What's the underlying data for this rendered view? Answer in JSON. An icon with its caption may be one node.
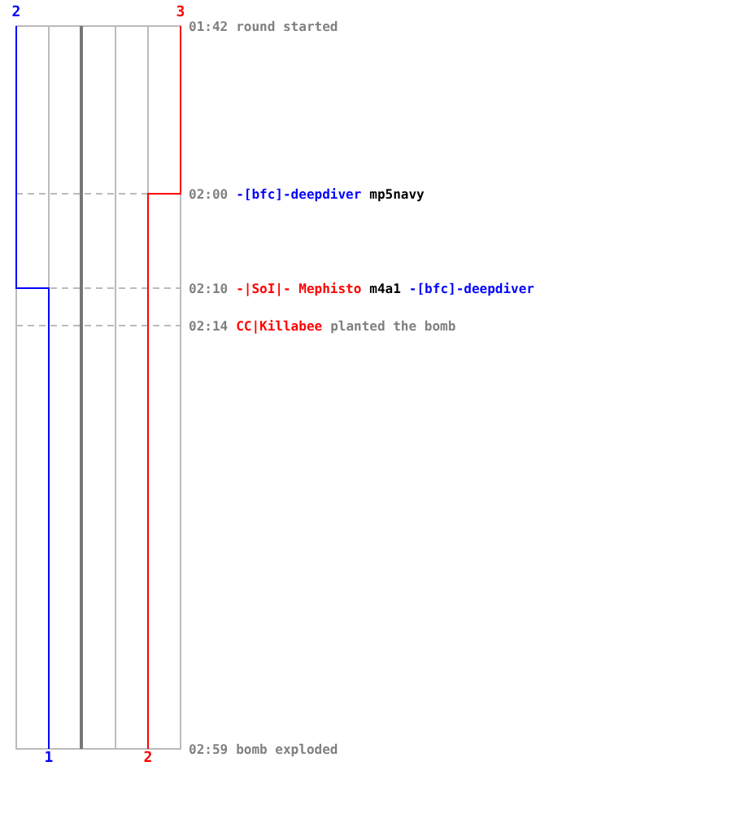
{
  "diagram": {
    "labels": [
      "2",
      "3",
      "01:42",
      "round started",
      "02:00",
      "-[bfc]-deepdiver",
      "mp5navy",
      "02:10",
      "-|SoI|- Mephisto",
      "m4a1",
      "-[bfc]-deepdiver",
      "02:14",
      "CC|Killabee",
      "planted the bomb",
      "02:59",
      "bomb exploded",
      "1",
      "2"
    ]
  }
}
